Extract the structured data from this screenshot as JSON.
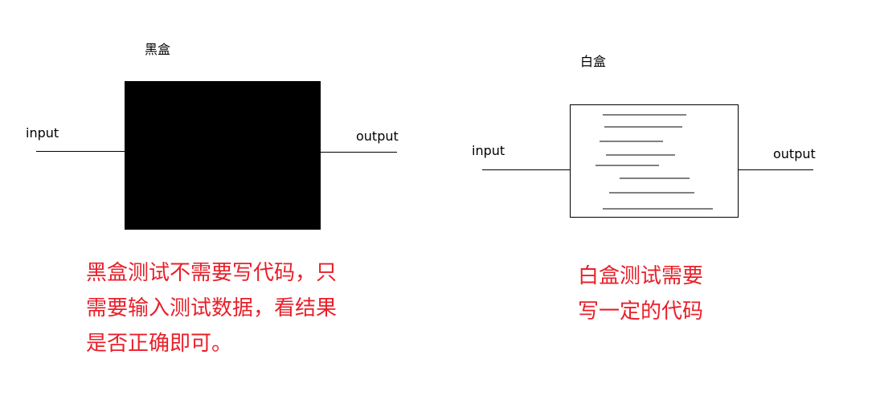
{
  "colors": {
    "background": "#ffffff",
    "ink": "#000000",
    "box_fill": "#000000",
    "note_text": "#e8202a"
  },
  "black_box": {
    "title": "黑盒",
    "input_label": "input",
    "output_label": "output",
    "note_lines": [
      "黑盒测试不需要写代码，只",
      "需要输入测试数据，看结果",
      "是否正确即可。"
    ]
  },
  "white_box": {
    "title": "白盒",
    "input_label": "input",
    "output_label": "output",
    "code_line_count": 8,
    "note_lines": [
      "白盒测试需要",
      "写一定的代码"
    ]
  }
}
